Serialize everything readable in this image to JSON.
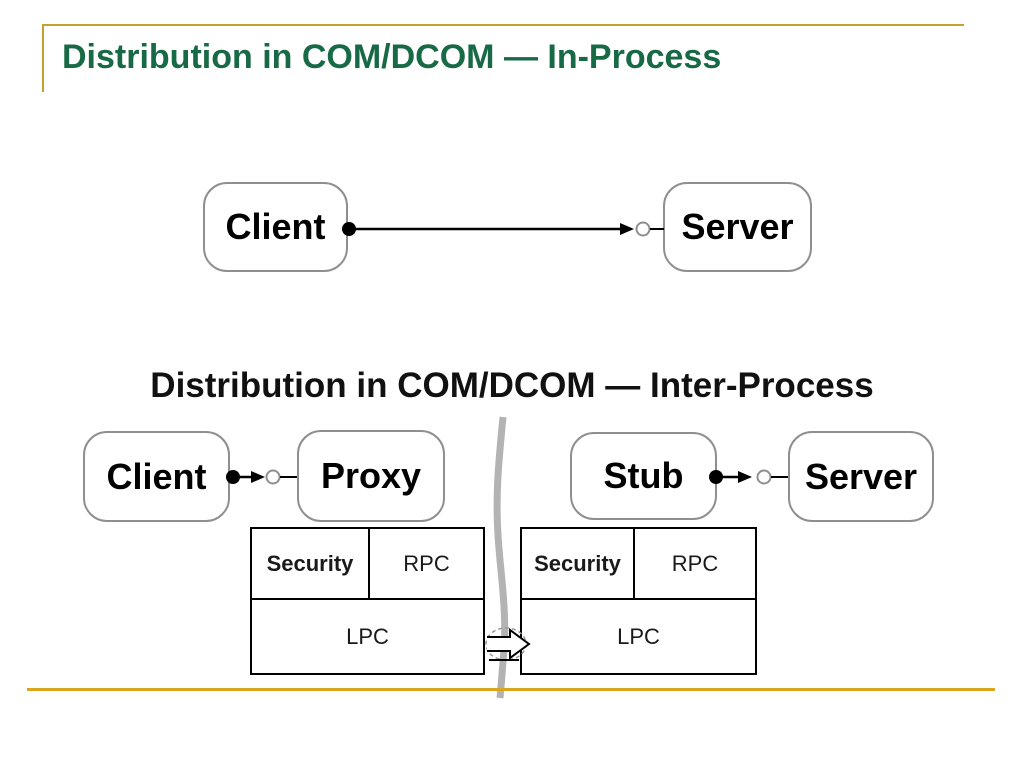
{
  "slide": {
    "title": "Distribution in COM/DCOM — In-Process",
    "colors": {
      "title_green": "#186945",
      "frame_gold": "#C79F2F",
      "bottom_gold": "#DCA51F",
      "node_border_gray": "#8f8f8f",
      "boundary_gray": "#b3b3b3"
    }
  },
  "in_process": {
    "client": "Client",
    "server": "Server"
  },
  "inter_process": {
    "title": "Distribution in COM/DCOM — Inter-Process",
    "client": "Client",
    "proxy": "Proxy",
    "stub": "Stub",
    "server": "Server",
    "left_stack": {
      "security": "Security",
      "rpc": "RPC",
      "lpc": "LPC"
    },
    "right_stack": {
      "security": "Security",
      "rpc": "RPC",
      "lpc": "LPC"
    }
  }
}
